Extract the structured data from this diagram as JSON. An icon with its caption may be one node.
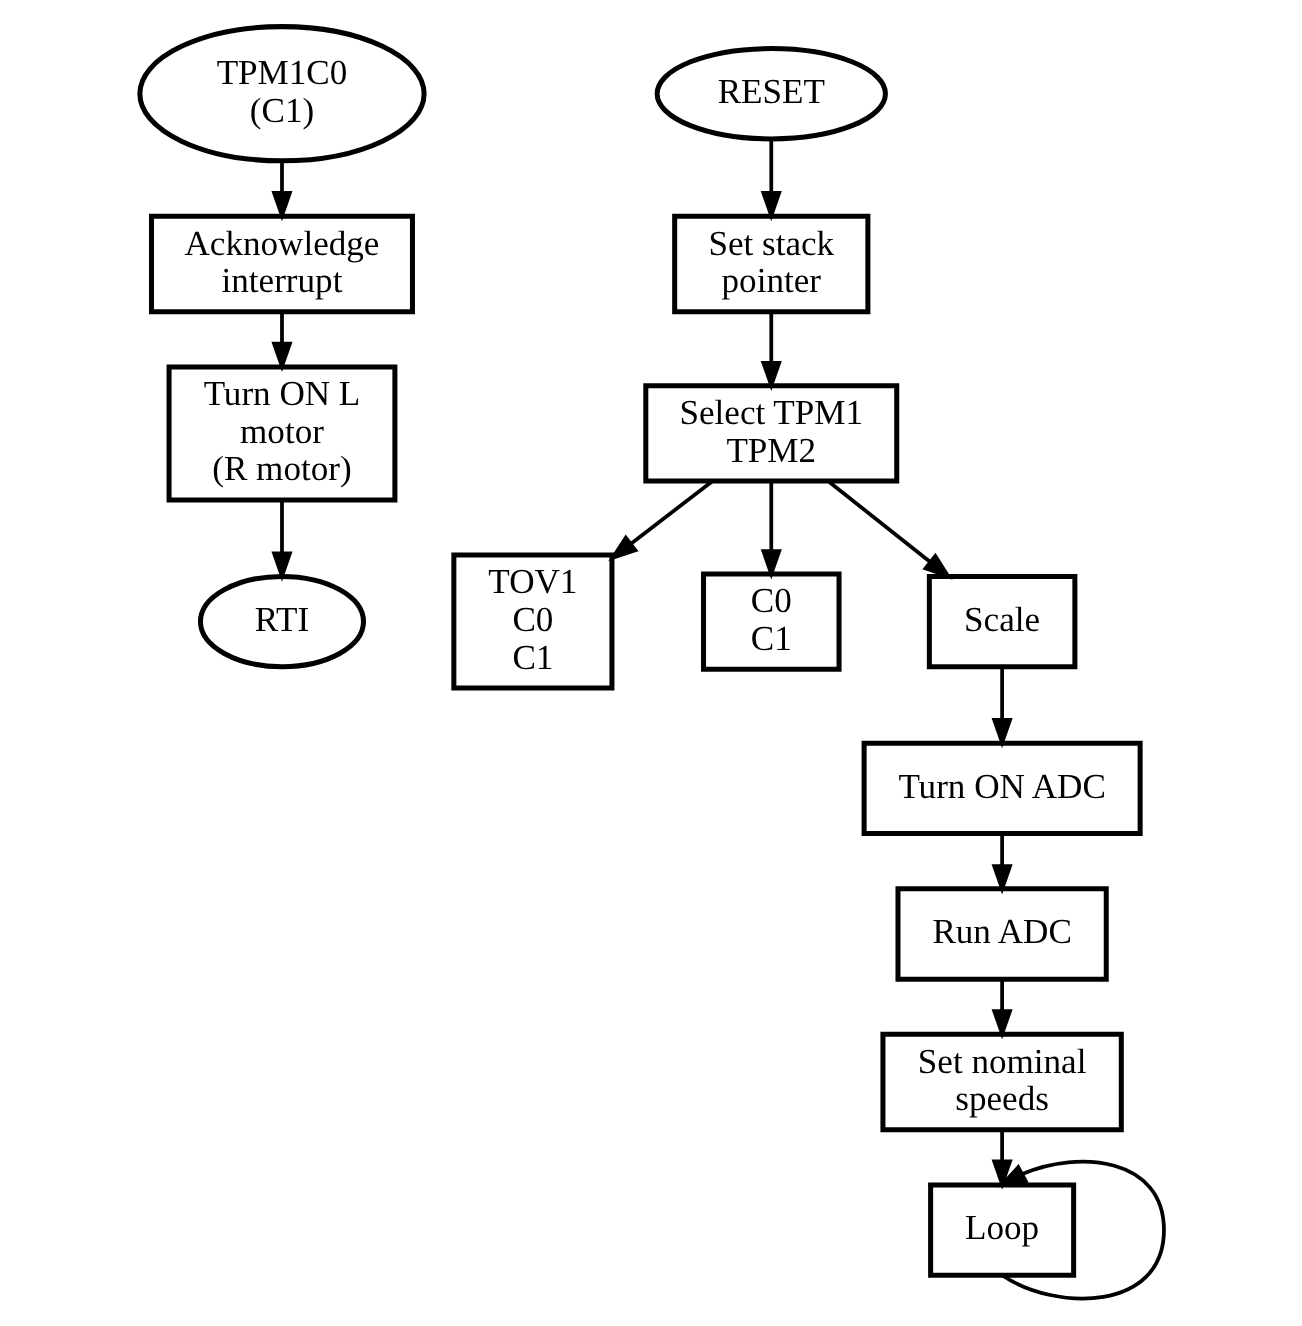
{
  "diagram": {
    "nodes": [
      {
        "text": [
          "TPM1C0",
          "(C1)"
        ]
      },
      {
        "text": [
          "Acknowledge interrupt"
        ]
      },
      {
        "text": [
          "Turn ON L motor",
          "(R motor)"
        ]
      },
      {
        "text": [
          "RTI"
        ]
      },
      {
        "text": [
          "RESET"
        ]
      },
      {
        "text": [
          "Set stack pointer"
        ]
      },
      {
        "text": [
          "Select TPM1",
          "TPM2"
        ]
      },
      {
        "text": [
          "TOV1",
          "C0",
          "C1"
        ]
      },
      {
        "text": [
          "C0",
          "C1"
        ]
      },
      {
        "text": [
          "Scale"
        ]
      },
      {
        "text": [
          "Turn ON ADC"
        ]
      },
      {
        "text": [
          "Run ADC"
        ]
      },
      {
        "text": [
          "Set nominal speeds"
        ]
      },
      {
        "text": [
          "Loop"
        ]
      }
    ],
    "edges": [
      {
        "from": 0,
        "to": 1,
        "arrow": "to"
      },
      {
        "from": 1,
        "to": 2,
        "arrow": "to"
      },
      {
        "from": 2,
        "to": 3,
        "arrow": "to"
      },
      {
        "from": 4,
        "to": 5,
        "arrow": "to"
      },
      {
        "from": 5,
        "to": 6,
        "arrow": "to"
      },
      {
        "from": 6,
        "to": 7,
        "arrow": "to"
      },
      {
        "from": 6,
        "to": 8,
        "arrow": "to"
      },
      {
        "from": 6,
        "to": 9,
        "arrow": "to"
      },
      {
        "from": 9,
        "to": 10,
        "arrow": "to"
      },
      {
        "from": 10,
        "to": 11,
        "arrow": "to"
      },
      {
        "from": 11,
        "to": 12,
        "arrow": "to"
      },
      {
        "from": 12,
        "to": 13,
        "arrow": "to"
      },
      {
        "from": 13,
        "to": 13,
        "arrow": "to"
      }
    ]
  }
}
